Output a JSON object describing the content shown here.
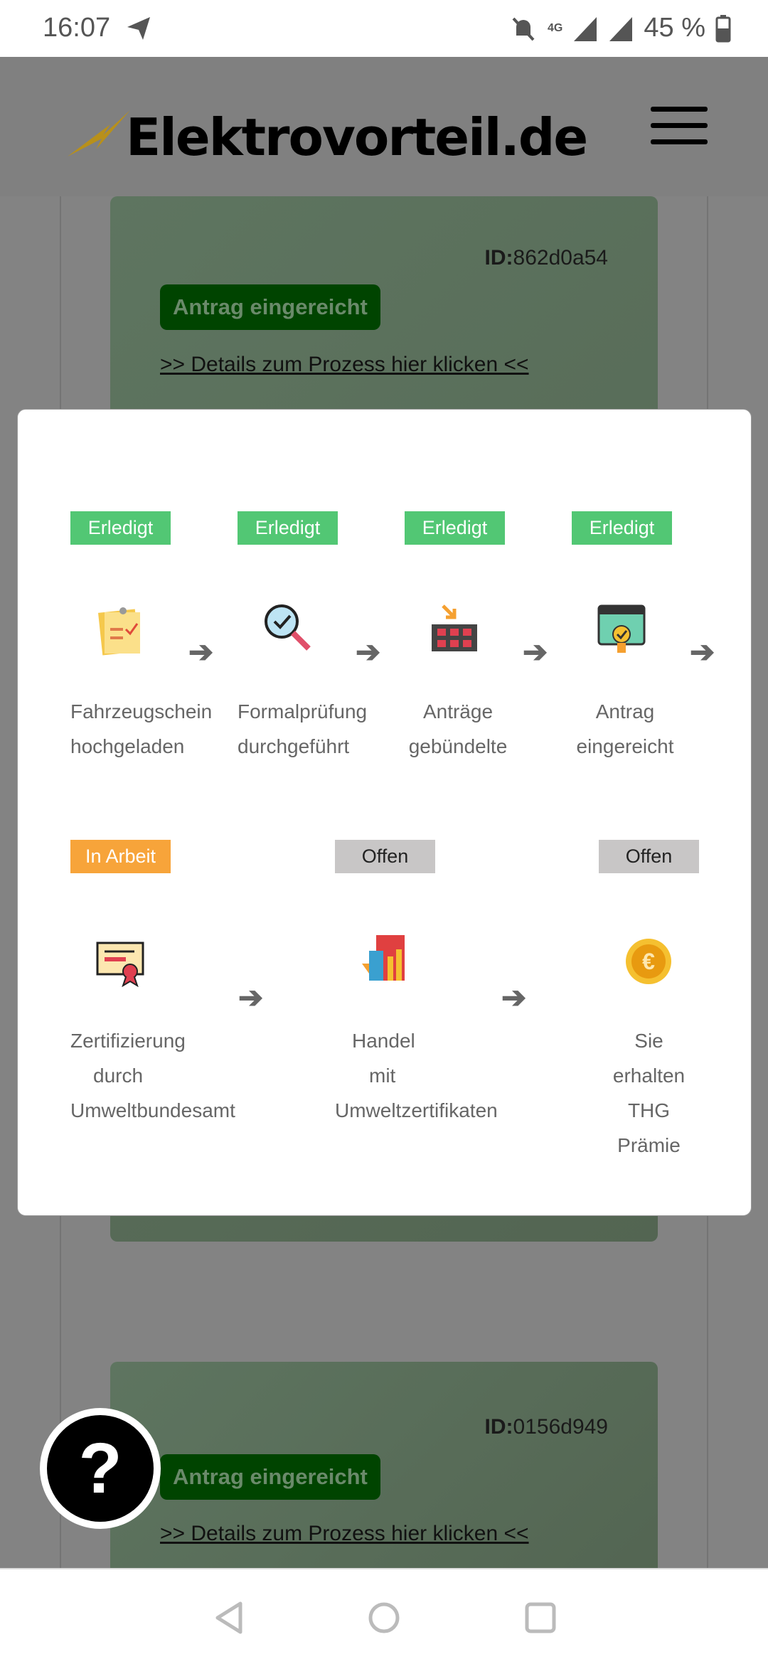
{
  "status_bar": {
    "time": "16:07",
    "battery": "45 %",
    "network": "4G"
  },
  "header": {
    "logo_text": "Elektrovorteil.de"
  },
  "cards": [
    {
      "id_label": "ID:",
      "id_value": "862d0a54",
      "status_button": "Antrag eingereicht",
      "details_link": ">> Details zum Prozess hier klicken <<"
    },
    {
      "id_label": "ID:",
      "id_value": "0156d949",
      "status_button": "Antrag eingereicht",
      "details_link": ">> Details zum Prozess hier klicken <<"
    }
  ],
  "modal": {
    "steps": [
      {
        "status": "Erledigt",
        "label_lines": [
          "Fahrzeugschein",
          "hochgeladen"
        ],
        "icon": "document-icon"
      },
      {
        "status": "Erledigt",
        "label_lines": [
          "Formalprüfung",
          "durchgeführt"
        ],
        "icon": "magnifier-check-icon"
      },
      {
        "status": "Erledigt",
        "label_lines": [
          "Anträge",
          "gebündelte"
        ],
        "icon": "bundle-icon"
      },
      {
        "status": "Erledigt",
        "label_lines": [
          "Antrag",
          "eingereicht"
        ],
        "icon": "folder-check-icon"
      },
      {
        "status": "In Arbeit",
        "label_lines": [
          "Zertifizierung",
          "durch",
          "Umweltbundesamt"
        ],
        "icon": "certificate-icon"
      },
      {
        "status": "Offen",
        "label_lines": [
          "Handel",
          "mit",
          "Umweltzertifikaten"
        ],
        "icon": "trading-chart-icon"
      },
      {
        "status": "Offen",
        "label_lines": [
          "Sie",
          "erhalten",
          "THG",
          "Prämie"
        ],
        "icon": "euro-coin-icon"
      }
    ]
  },
  "help_button": "?",
  "colors": {
    "done": "#52c774",
    "in_progress": "#f7a43a",
    "open": "#c8c6c6"
  }
}
